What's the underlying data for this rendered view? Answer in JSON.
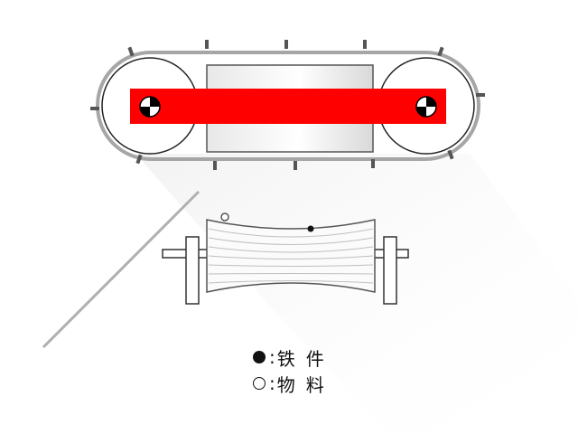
{
  "legend": {
    "items": [
      {
        "symbol": "filled-circle",
        "label": "铁件"
      },
      {
        "symbol": "hollow-circle",
        "label": "物料"
      }
    ],
    "separator": ":"
  },
  "colors": {
    "magnet_bar": "#ff0000",
    "belt": "#9a9a9a",
    "belt_cleat": "#555555",
    "pulley": "#ffffff",
    "outline": "#222222",
    "frame": "#ffffff"
  },
  "icons": [
    "pulley-center-icon",
    "iron-piece-icon",
    "material-piece-icon"
  ]
}
